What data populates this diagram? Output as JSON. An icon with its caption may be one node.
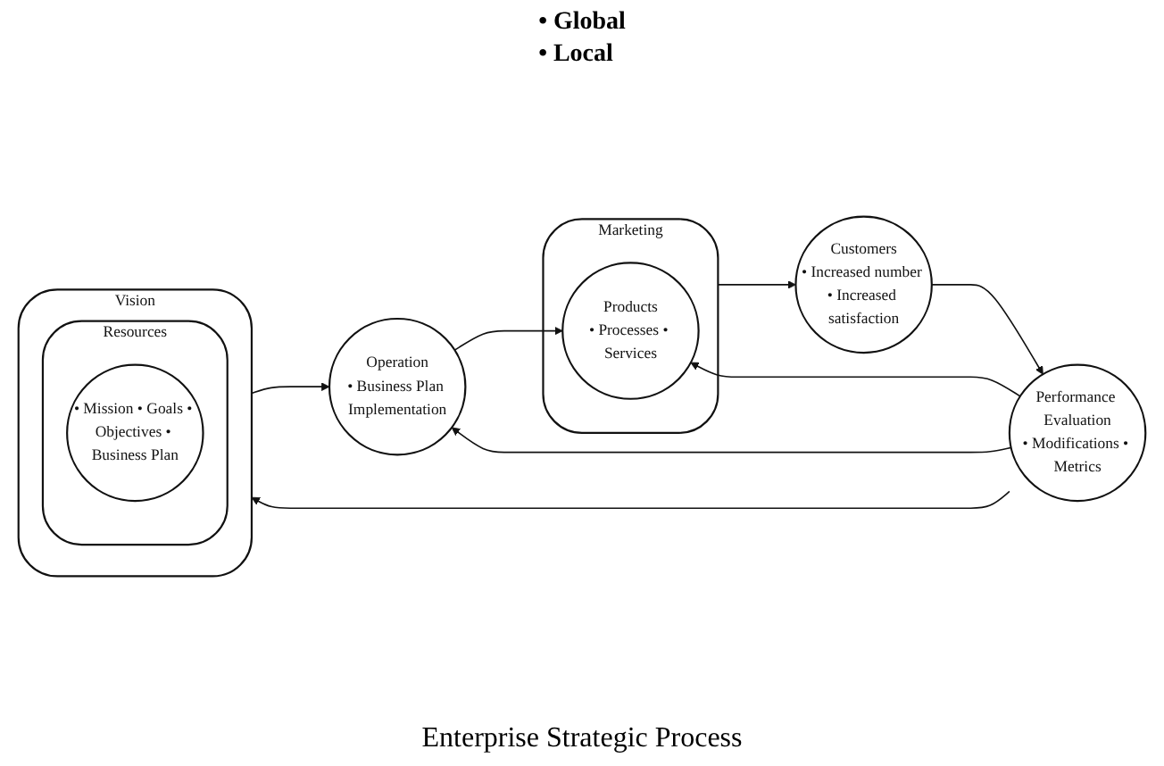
{
  "diagram": {
    "caption": "Enterprise Strategic Process",
    "nodes": [
      {
        "text": [
          "Vision"
        ]
      },
      {
        "text": [
          "Resources"
        ],
        "in": 0
      },
      {
        "text": [
          "• Mission • Goals • Objectives • Business Plan"
        ],
        "in": 1
      },
      {
        "text": [
          "Operation",
          "• Business Plan Implementation"
        ]
      },
      {
        "text": [
          "Marketing"
        ]
      },
      {
        "text": [
          "Products",
          "• Processes • Services"
        ],
        "in": 4
      },
      {
        "text": [
          "Customers",
          "• Increased number • Increased satisfaction"
        ]
      },
      {
        "text": [
          "Performance Evaluation",
          "• Modifications • Metrics"
        ]
      }
    ],
    "edges": [
      {
        "from": 0,
        "to": 3,
        "arrow": "to"
      },
      {
        "from": 3,
        "to": 5,
        "arrow": "to"
      },
      {
        "from": 4,
        "to": 6,
        "arrow": "to"
      },
      {
        "from": 6,
        "to": 7,
        "arrow": "to"
      },
      {
        "from": 7,
        "to": 0,
        "arrow": "to"
      },
      {
        "from": 7,
        "to": 3,
        "arrow": "to"
      },
      {
        "from": 7,
        "to": 5,
        "arrow": "to"
      }
    ],
    "labels": [
      "• Global",
      "• Local"
    ]
  }
}
